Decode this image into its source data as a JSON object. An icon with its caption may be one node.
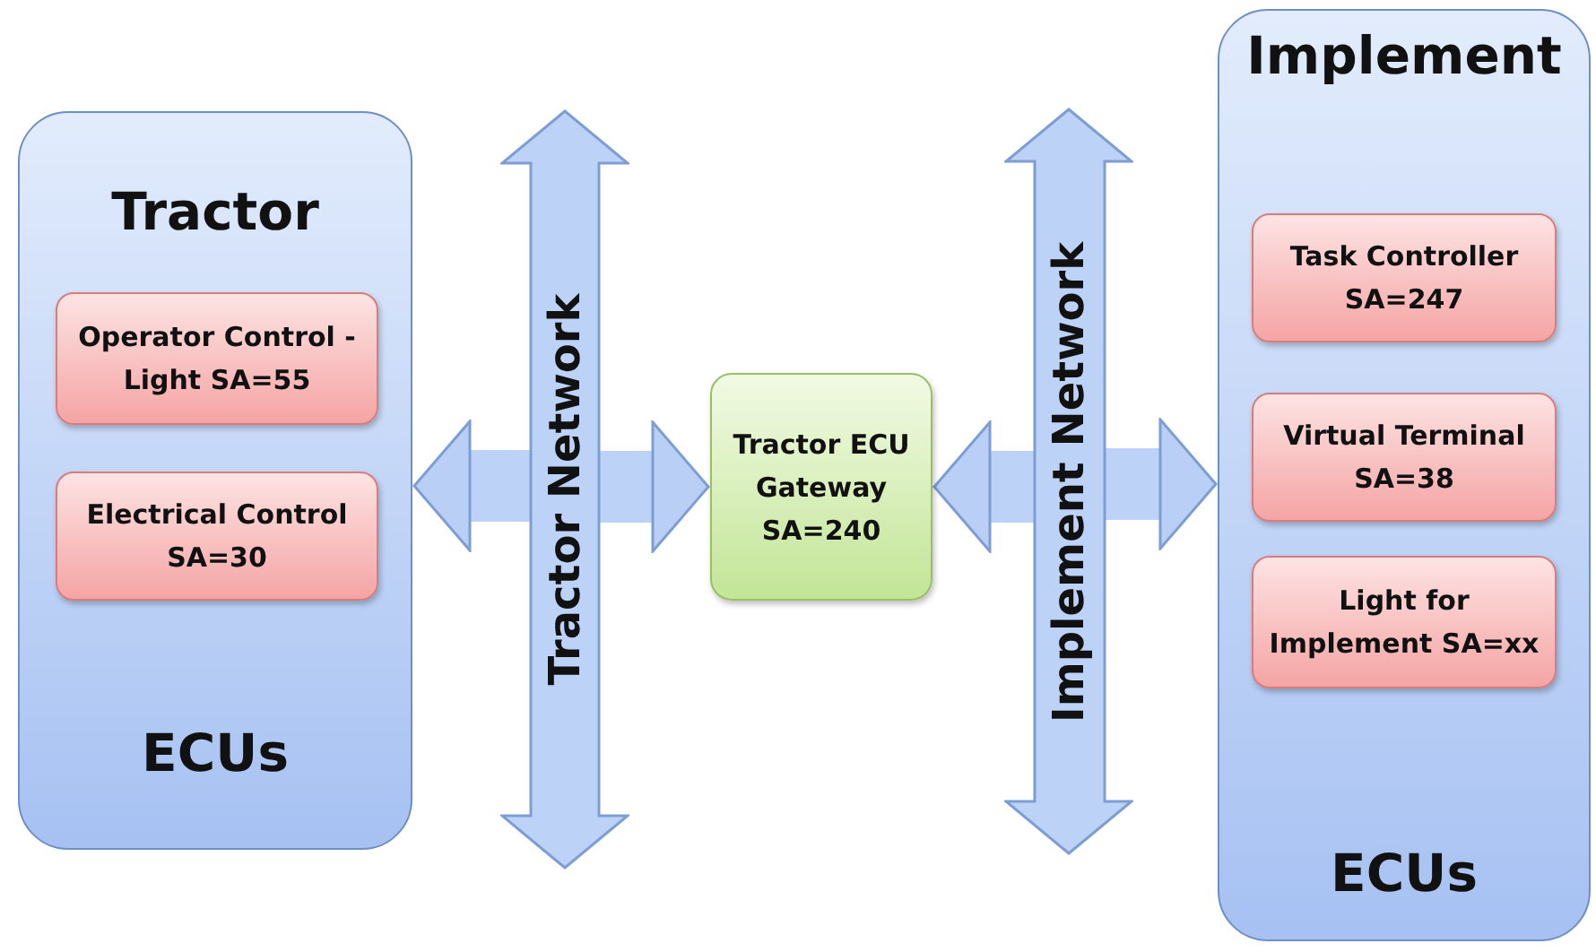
{
  "diagram": {
    "nodes": [
      {
        "text": [
          "Tractor",
          "ECUs"
        ]
      },
      {
        "text": [
          "Operator Control -Light SA=55"
        ],
        "in": 0
      },
      {
        "text": [
          "Electrical Control SA=30"
        ],
        "in": 0
      },
      {
        "text": [
          "Tractor ECU Gateway SA=240"
        ]
      },
      {
        "text": [
          "Implement",
          "ECUs"
        ]
      },
      {
        "text": [
          "Task Controller SA=247"
        ],
        "in": 4
      },
      {
        "text": [
          "Virtual Terminal SA=38"
        ],
        "in": 4
      },
      {
        "text": [
          "Light for Implement SA=xx"
        ],
        "in": 4
      },
      {
        "text": [
          "Tractor Network"
        ]
      },
      {
        "text": [
          "Implement Network"
        ]
      }
    ],
    "edges": [
      {
        "from": 8,
        "to": 0,
        "arrow": "to"
      },
      {
        "from": 8,
        "to": 3,
        "arrow": "to"
      },
      {
        "from": 9,
        "to": 3,
        "arrow": "to"
      },
      {
        "from": 9,
        "to": 4,
        "arrow": "to"
      }
    ]
  }
}
